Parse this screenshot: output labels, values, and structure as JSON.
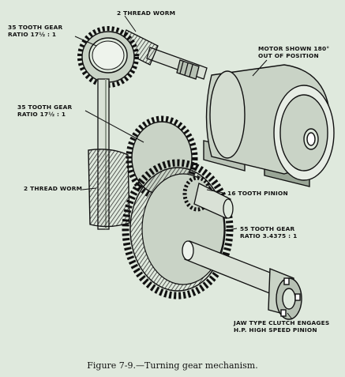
{
  "labels": {
    "gear_top": [
      "35 TOOTH GEAR",
      "RATIO 17½ : 1"
    ],
    "worm_top": "2 THREAD WORM",
    "motor": [
      "MOTOR SHOWN 180°",
      "OUT OF POSITION"
    ],
    "gear_mid": [
      "35 TOOTH GEAR",
      "RATIO 17½ : 1"
    ],
    "worm_mid": "2 THREAD WORM",
    "pinion": "16 TOOTH PINION",
    "gear_55": [
      "55 TOOTH GEAR",
      "RATIO 3.4375 : 1"
    ],
    "clutch": [
      "JAW TYPE CLUTCH ENGAGES",
      "H.P. HIGH SPEED PINION"
    ]
  },
  "caption": "Figure 7-9.—Turning gear mechanism.",
  "colors": {
    "background": "#dfe9dd",
    "ink": "#111111",
    "metal": "#c9d3c6",
    "shade": "#8e998b"
  }
}
